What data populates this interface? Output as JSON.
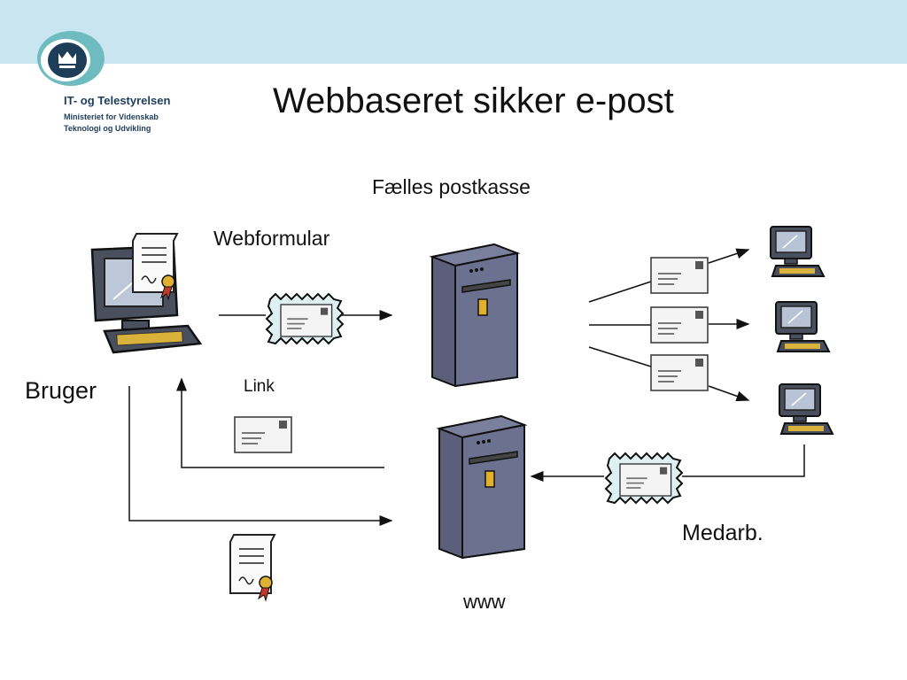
{
  "header": {
    "title": "Webbaseret sikker e-post",
    "band_color": "#c9e6f0"
  },
  "logo": {
    "org_name": "IT- og Telestyrelsen",
    "sub_line1": "Ministeriet for Videnskab",
    "sub_line2": "Teknologi og Udvikling",
    "icon": "crown-shield-icon",
    "accent_color": "#6fbcc0",
    "navy_color": "#1e3d59"
  },
  "diagram": {
    "label_shared_mailbox": "Fælles postkasse",
    "label_webform": "Webformular",
    "label_user": "Bruger",
    "label_link": "Link",
    "label_employee": "Medarb.",
    "label_www": "www",
    "icons": [
      "user-computer-icon",
      "certificate-icon",
      "secure-envelope-icon",
      "envelope-icon",
      "server-icon",
      "employee-computer-icon",
      "arrow-icon"
    ]
  }
}
